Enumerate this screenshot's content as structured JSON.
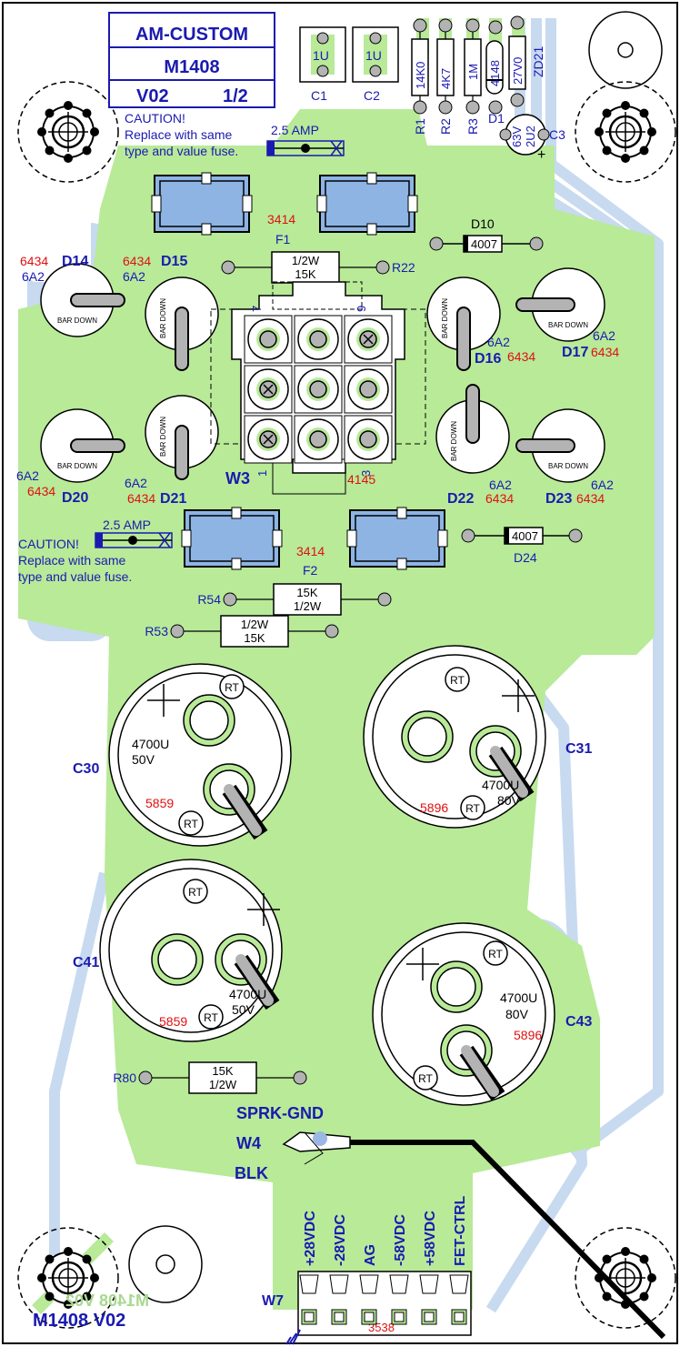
{
  "title_block": {
    "line1": "AM-CUSTOM",
    "line2": "M1408",
    "version": "V02",
    "sheet": "1/2"
  },
  "caution_top": {
    "line1": "CAUTION!",
    "line2": "Replace with same",
    "line3": "type and value fuse."
  },
  "caution_mid": {
    "line1": "CAUTION!",
    "line2": "Replace with same",
    "line3": "type and value fuse."
  },
  "fuse_top_rating": "2.5 AMP",
  "fuse_mid_rating": "2.5 AMP",
  "caps_small": [
    {
      "value": "1U",
      "ref": "C1"
    },
    {
      "value": "1U",
      "ref": "C2"
    }
  ],
  "resistors_top": [
    {
      "value": "14K0",
      "ref": "R1"
    },
    {
      "value": "4K7",
      "ref": "R2"
    },
    {
      "value": "1M",
      "ref": "R3"
    }
  ],
  "d1": {
    "value": "4148",
    "ref": "D1"
  },
  "zd21": {
    "value": "27V0",
    "ref": "ZD21"
  },
  "c3": {
    "v1": "63V",
    "v2": "2U2",
    "ref": "C3"
  },
  "f1": {
    "code": "3414",
    "ref": "F1"
  },
  "f2": {
    "code": "3414",
    "ref": "F2"
  },
  "d10": {
    "value": "4007",
    "ref": "D10"
  },
  "d24": {
    "value": "4007",
    "ref": "D24"
  },
  "r22": {
    "l1": "1/2W",
    "l2": "15K",
    "ref": "R22"
  },
  "r54": {
    "l1": "15K",
    "l2": "1/2W",
    "ref": "R54"
  },
  "r53": {
    "l1": "1/2W",
    "l2": "15K",
    "ref": "R53"
  },
  "r80": {
    "l1": "15K",
    "l2": "1/2W",
    "ref": "R80"
  },
  "diodes": [
    {
      "ref": "D14",
      "code": "6434",
      "value": "6A2",
      "mark": "BAR DOWN"
    },
    {
      "ref": "D15",
      "code": "6434",
      "value": "6A2",
      "mark": "BAR DOWN"
    },
    {
      "ref": "D16",
      "code": "6434",
      "value": "6A2",
      "mark": "BAR DOWN"
    },
    {
      "ref": "D17",
      "code": "6434",
      "value": "6A2",
      "mark": "BAR DOWN"
    },
    {
      "ref": "D20",
      "code": "6434",
      "value": "6A2",
      "mark": "BAR DOWN"
    },
    {
      "ref": "D21",
      "code": "6434",
      "value": "6A2",
      "mark": "BAR DOWN"
    },
    {
      "ref": "D22",
      "code": "6434",
      "value": "6A2",
      "mark": "BAR DOWN"
    },
    {
      "ref": "D23",
      "code": "6434",
      "value": "6A2",
      "mark": "BAR DOWN"
    }
  ],
  "w3": {
    "ref": "W3",
    "code": "4145",
    "pin7": "7",
    "pin9": "9",
    "pin1": "1",
    "pin3": "3"
  },
  "big_caps": [
    {
      "ref": "C30",
      "cap": "4700U",
      "volt": "50V",
      "code": "5859"
    },
    {
      "ref": "C31",
      "cap": "4700U",
      "volt": "80V",
      "code": "5896"
    },
    {
      "ref": "C41",
      "cap": "4700U",
      "volt": "50V",
      "code": "5859"
    },
    {
      "ref": "C43",
      "cap": "4700U",
      "volt": "80V",
      "code": "5896"
    }
  ],
  "w4": {
    "l1": "SPRK-GND",
    "l2": "W4",
    "l3": "BLK"
  },
  "w7": {
    "ref": "W7",
    "code": "3538",
    "pins": [
      "+28VDC",
      "-28VDC",
      "AG",
      "-58VDC",
      "+58VDC",
      "FET-CTRL"
    ]
  },
  "footer": {
    "text": "M1408  V02",
    "mirror": "M1408 V02"
  },
  "colors": {
    "copper_top": "#b8ea98",
    "copper_bottom": "#c7daf0",
    "silk_blue": "#1a1ab0",
    "code_red": "#e01010",
    "fuse_body": "#8eb4e4"
  }
}
